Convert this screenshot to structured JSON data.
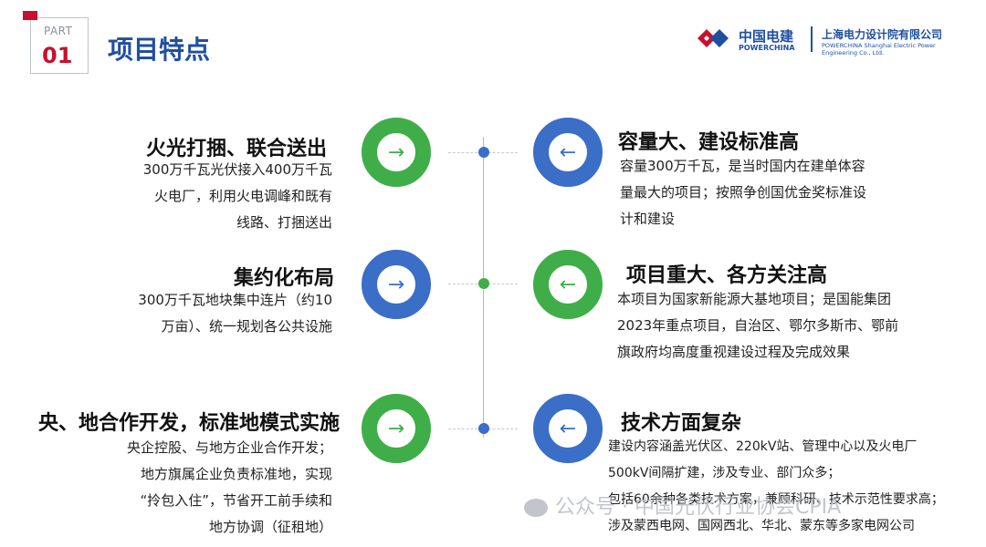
{
  "header": {
    "part_label": "PART",
    "part_number": "01",
    "title": "项目特点"
  },
  "logo": {
    "brand_cn": "中国电建",
    "brand_en": "POWERCHINA",
    "company_cn": "上海电力设计院有限公司",
    "company_en": "POWERCHINA Shanghai Electric Power Engineering Co., Ltd."
  },
  "left": [
    {
      "title": "火光打捆、联合送出",
      "lines": [
        "300万千瓦光伏接入400万千瓦",
        "火电厂，利用火电调峰和既有",
        "线路、打捆送出"
      ],
      "ring_color": "green",
      "arrow": "→"
    },
    {
      "title": "集约化布局",
      "lines": [
        "300万千瓦地块集中连片（约10",
        "万亩）、统一规划各公共设施"
      ],
      "ring_color": "blue",
      "arrow": "→"
    },
    {
      "title": "央、地合作开发，标准地模式实施",
      "lines": [
        "央企控股、与地方企业合作开发；",
        "地方旗属企业负责标准地，实现",
        "“拎包入住”，节省开工前手续和",
        "地方协调（征租地）"
      ],
      "ring_color": "green",
      "arrow": "→"
    }
  ],
  "right": [
    {
      "title": "容量大、建设标准高",
      "lines": [
        "容量300万千瓦，是当时国内在建单体容",
        "量最大的项目；按照争创国优金奖标准设",
        "计和建设"
      ],
      "ring_color": "blue",
      "arrow": "←"
    },
    {
      "title": "项目重大、各方关注高",
      "lines": [
        "本项目为国家新能源大基地项目；是国能集团",
        "2023年重点项目，自治区、鄂尔多斯市、鄂前",
        "旗政府均高度重视建设过程及完成效果"
      ],
      "ring_color": "green",
      "arrow": "←"
    },
    {
      "title": "技术方面复杂",
      "lines": [
        "建设内容涵盖光伏区、220kV站、管理中心以及火电厂",
        "500kV间隔扩建，涉及专业、部门众多；",
        "包括60余种各类技术方案，兼顾科研、技术示范性要求高；",
        "涉及蒙西电网、国网西北、华北、蒙东等多家电网公司"
      ],
      "ring_color": "blue",
      "arrow": "←"
    }
  ],
  "watermark": "公众号 · 中国光伏行业协会CPIA",
  "colors": {
    "green": "#3fae49",
    "blue": "#3a6ec7",
    "red": "#c8102e",
    "title_blue": "#1f4fa0"
  }
}
